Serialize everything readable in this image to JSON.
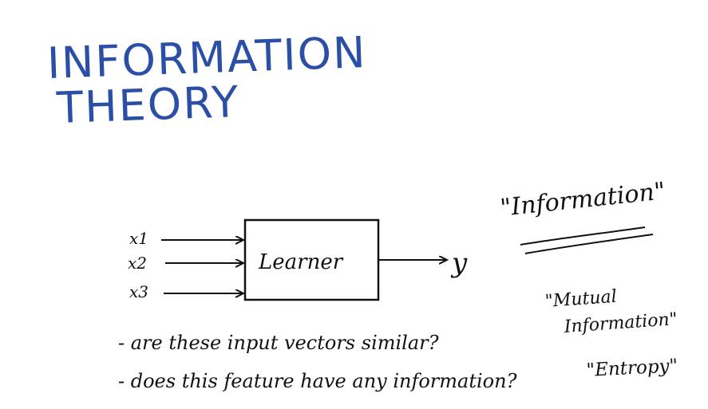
{
  "title": {
    "line1": "INFORMATION",
    "line2": "THEORY"
  },
  "diagram": {
    "inputs": [
      "x1",
      "x2",
      "x3"
    ],
    "box_label": "Learner",
    "output": "y"
  },
  "annotations": {
    "information": "\"Information\"",
    "mutual_line1": "\"Mutual",
    "mutual_line2": "Information\"",
    "entropy": "\"Entropy\""
  },
  "notes": [
    "- are these input vectors similar?",
    "- does this feature have any information?"
  ],
  "colors": {
    "title": "#2b4fa6",
    "ink": "#111111"
  }
}
